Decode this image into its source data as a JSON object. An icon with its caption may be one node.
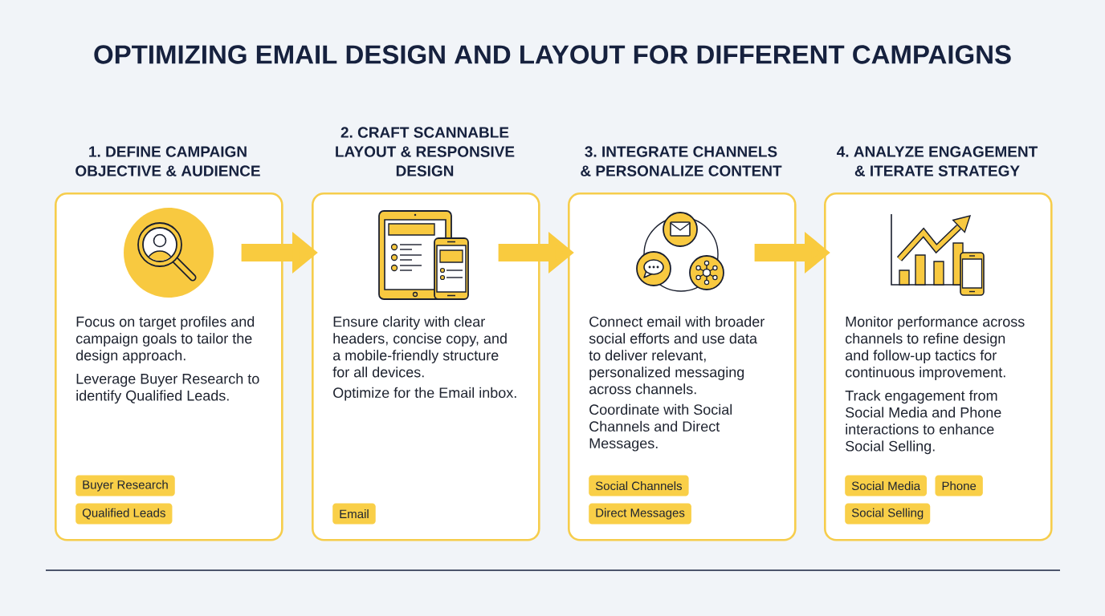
{
  "diagram": {
    "title": "OPTIMIZING EMAIL DESIGN AND LAYOUT FOR DIFFERENT CAMPAIGNS",
    "nodes": [
      {
        "text": [
          "1. DEFINE CAMPAIGN OBJECTIVE & AUDIENCE",
          "Focus on target profiles and campaign goals to tailor the design approach.",
          "Leverage Buyer Research to identify Qualified Leads."
        ]
      },
      {
        "text": [
          "Buyer Research"
        ],
        "in": 0
      },
      {
        "text": [
          "Qualified Leads"
        ],
        "in": 0
      },
      {
        "text": [
          "2. CRAFT SCANNABLE LAYOUT & RESPONSIVE DESIGN",
          "Ensure clarity with clear headers, concise copy, and a mobile-friendly structure for all devices.",
          "Optimize for the Email inbox."
        ]
      },
      {
        "text": [
          "Email"
        ],
        "in": 3
      },
      {
        "text": [
          "3. INTEGRATE CHANNELS & PERSONALIZE CONTENT",
          "Connect email with broader social efforts and use data to deliver relevant, personalized messaging across channels.",
          "Coordinate with Social Channels and Direct Messages."
        ]
      },
      {
        "text": [
          "Social Channels"
        ],
        "in": 5
      },
      {
        "text": [
          "Direct Messages"
        ],
        "in": 5
      },
      {
        "text": [
          "4. ANALYZE ENGAGEMENT & ITERATE STRATEGY",
          "Monitor performance across channels to refine design and follow-up tactics for continuous improvement.",
          "Track engagement from Social Media and Phone interactions to enhance Social Selling."
        ]
      },
      {
        "text": [
          "Social Media"
        ],
        "in": 8
      },
      {
        "text": [
          "Phone"
        ],
        "in": 8
      },
      {
        "text": [
          "Social Selling"
        ],
        "in": 8
      }
    ],
    "edges": [
      {
        "from": 0,
        "to": 3,
        "arrow": "to"
      },
      {
        "from": 3,
        "to": 5,
        "arrow": "to"
      },
      {
        "from": 5,
        "to": 8,
        "arrow": "to"
      }
    ]
  }
}
